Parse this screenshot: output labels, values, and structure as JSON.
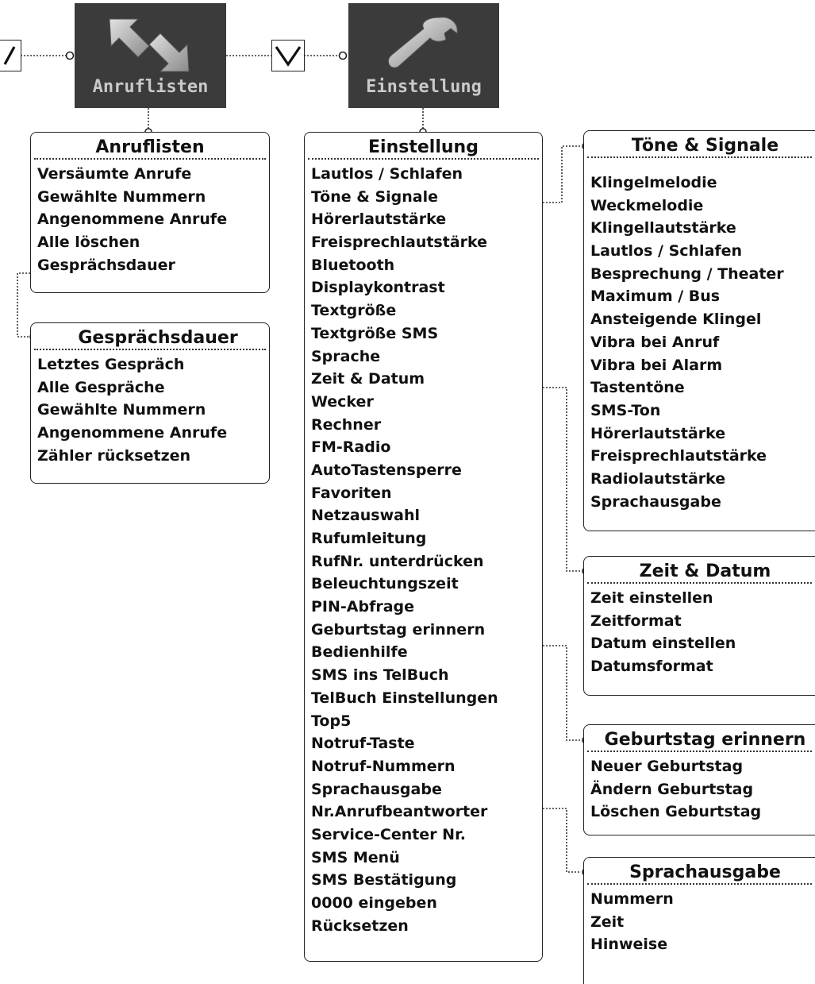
{
  "tiles": {
    "anruflisten": {
      "label": "Anruflisten",
      "icon": "arrows-icon"
    },
    "einstellung": {
      "label": "Einstellung",
      "icon": "wrench-icon"
    }
  },
  "nav_icons": {
    "left": "slash-key-icon",
    "middle": "chevron-down-key-icon"
  },
  "boxes": {
    "anruflisten": {
      "title": "Anruflisten",
      "items": [
        "Versäumte Anrufe",
        "Gewählte Nummern",
        "Angenommene Anrufe",
        "Alle löschen",
        "Gesprächsdauer"
      ]
    },
    "gespraechsdauer": {
      "title": "Gesprächsdauer",
      "items": [
        "Letztes Gespräch",
        "Alle Gespräche",
        "Gewählte Nummern",
        "Angenommene Anrufe",
        "Zähler rücksetzen"
      ]
    },
    "einstellung": {
      "title": "Einstellung",
      "items": [
        "Lautlos / Schlafen",
        "Töne & Signale",
        "Hörerlautstärke",
        "Freisprechlautstärke",
        "Bluetooth",
        "Displaykontrast",
        "Textgröße",
        "Textgröße SMS",
        "Sprache",
        "Zeit & Datum",
        "Wecker",
        "Rechner",
        "FM-Radio",
        "AutoTastensperre",
        "Favoriten",
        "Netzauswahl",
        "Rufumleitung",
        "RufNr. unterdrücken",
        "Beleuchtungszeit",
        "PIN-Abfrage",
        "Geburtstag erinnern",
        "Bedienhilfe",
        "SMS ins TelBuch",
        "TelBuch Einstellungen",
        "Top5",
        "Notruf-Taste",
        "Notruf-Nummern",
        "Sprachausgabe",
        "Nr.Anrufbeantworter",
        "Service-Center Nr.",
        "SMS Menü",
        "SMS Bestätigung",
        "0000 eingeben",
        "Rücksetzen"
      ]
    },
    "toene": {
      "title": "Töne & Signale",
      "items": [
        "Klingelmelodie",
        "Weckmelodie",
        "Klingellautstärke",
        "Lautlos / Schlafen",
        "Besprechung / Theater",
        "Maximum / Bus",
        "Ansteigende Klingel",
        "Vibra bei Anruf",
        "Vibra bei Alarm",
        "Tastentöne",
        "SMS-Ton",
        "Hörerlautstärke",
        "Freisprechlautstärke",
        "Radiolautstärke",
        "Sprachausgabe"
      ]
    },
    "zeit": {
      "title": "Zeit & Datum",
      "items": [
        "Zeit einstellen",
        "Zeitformat",
        "Datum einstellen",
        "Datumsformat"
      ]
    },
    "geburtstag": {
      "title": "Geburtstag erinnern",
      "items": [
        "Neuer Geburtstag",
        "Ändern Geburtstag",
        "Löschen Geburtstag"
      ]
    },
    "sprachausgabe": {
      "title": "Sprachausgabe",
      "items": [
        "Nummern",
        "Zeit",
        "Hinweise"
      ]
    }
  }
}
